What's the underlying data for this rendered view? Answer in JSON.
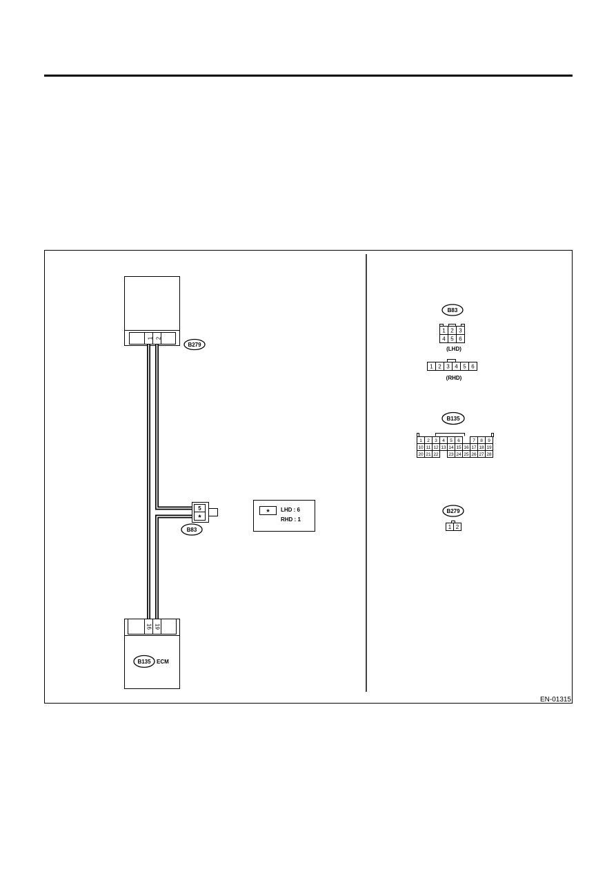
{
  "figure_id": "EN-01315",
  "connectors": {
    "b279": {
      "id": "B279",
      "wire_pins": [
        "1",
        "2"
      ]
    },
    "b83": {
      "id": "B83",
      "wire_pins": [
        "5",
        "*"
      ]
    },
    "b135": {
      "id": "B135",
      "name": "ECM",
      "wire_pins": [
        "16",
        "19"
      ]
    }
  },
  "note": {
    "symbol": "*",
    "lhd": "LHD : 6",
    "rhd": "RHD : 1"
  },
  "faces": {
    "b83": {
      "id": "B83",
      "lhd_rows": [
        [
          "1",
          "2",
          "3"
        ],
        [
          "4",
          "5",
          "6"
        ]
      ],
      "lhd_caption": "(LHD)",
      "rhd_pins": [
        "1",
        "2",
        "3",
        "4",
        "5",
        "6"
      ],
      "rhd_caption": "(RHD)"
    },
    "b135": {
      "id": "B135",
      "rows": [
        [
          "1",
          "2",
          "3",
          "4",
          "5",
          "6",
          "",
          "7",
          "8",
          "9"
        ],
        [
          "10",
          "11",
          "12",
          "13",
          "14",
          "15",
          "16",
          "17",
          "18",
          "19"
        ],
        [
          "20",
          "21",
          "22",
          "",
          "23",
          "24",
          "25",
          "26",
          "27",
          "28"
        ]
      ]
    },
    "b279": {
      "id": "B279",
      "pins": [
        "1",
        "2"
      ]
    }
  }
}
